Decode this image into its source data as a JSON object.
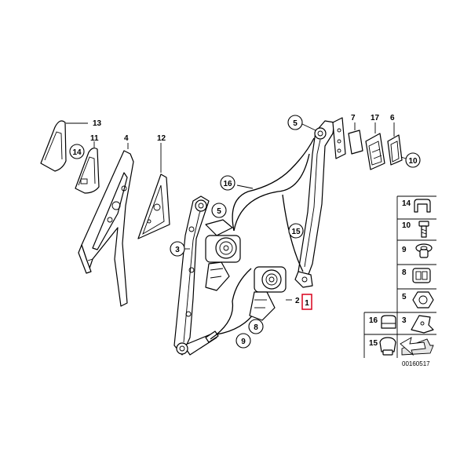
{
  "callouts": {
    "c13": "13",
    "c11": "11",
    "c14": "14",
    "c4": "4",
    "c12": "12",
    "c5a": "5",
    "c7": "7",
    "c17": "17",
    "c6": "6",
    "c10": "10",
    "c16": "16",
    "c5b": "5",
    "c3": "3",
    "c15": "15",
    "c2": "2",
    "c1": "1",
    "c8": "8",
    "c9": "9"
  },
  "legend": {
    "items": [
      {
        "number": "14",
        "icon": "clip-icon"
      },
      {
        "number": "10",
        "icon": "screw-icon"
      },
      {
        "number": "9",
        "icon": "rivet-icon"
      },
      {
        "number": "8",
        "icon": "connector-icon"
      },
      {
        "number": "5",
        "icon": "nut-icon"
      },
      {
        "number": "3",
        "icon": "bracket-icon"
      }
    ],
    "bottom_left": [
      {
        "number": "16",
        "icon": "cable-clip-icon"
      },
      {
        "number": "15",
        "icon": "grommet-icon"
      }
    ]
  },
  "diagram_code": "00160517",
  "colors": {
    "line": "#000000",
    "highlight": "#d9001b",
    "panel_fill": "#e6e6e6"
  }
}
